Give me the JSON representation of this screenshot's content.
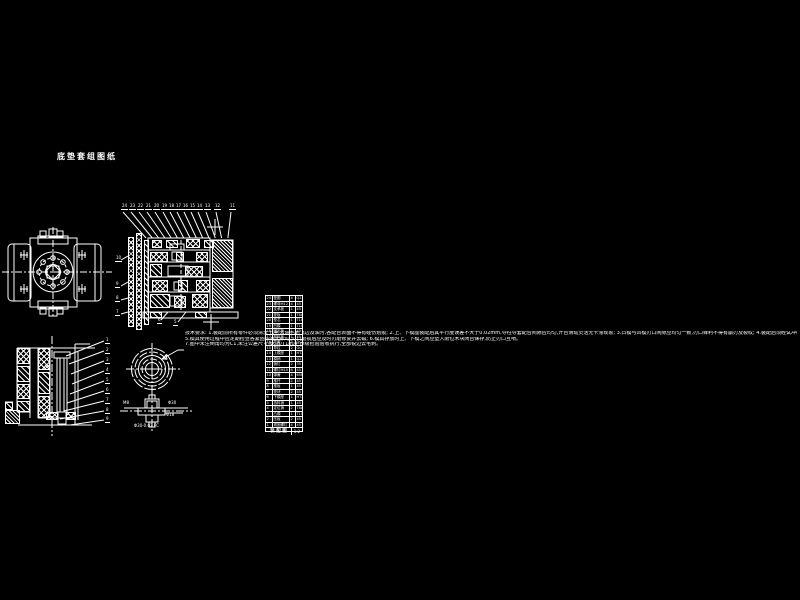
{
  "meta": {
    "background_color": "#000000",
    "line_color": "#ffffff",
    "accent_cyan": "#00e8e8"
  },
  "title": {
    "text": "底垫套组图纸"
  },
  "notes": {
    "line1": "技术要求: 1.装配前所有零件必须清洗干净,去除毛刺飞边及油污,各配合表面不得有碰伤划痕; 2.上、下模座装配后其平行度误差不大于0.02mm,导柱导套配合间隙应均匀,开合滑动灵活无卡滞现象; 3.凸模与凹模刃口间隙应均匀一致,刃口锋利不得有崩刃及裂纹; 4.装配后须经试冲检验合格,制件达到图样要求后方可交付使用,并涂油防锈入库封存保管。",
    "line2": "5.模具使用过程中应定期检查各紧固件有无松动,刃口磨损后应及时刃磨修复并去磁; 6.模具存放时上、下模之间应垫入限位木块闭合保存,防止刃口互啃。",
    "line3": "7.图中未注倒角均为C1,未注公差尺寸按GB/T1804-m级检验验收执行,全部锐边去毛刺。"
  },
  "main_section": {
    "balloons_top": [
      "24",
      "23",
      "22",
      "21",
      "20",
      "19",
      "18",
      "17",
      "16",
      "15",
      "14",
      "13",
      "12",
      "11"
    ],
    "labels_left": [
      "10",
      "9",
      "8",
      "7"
    ],
    "labels_bottom": [
      "6",
      "5"
    ]
  },
  "left_section": {
    "labels_right": [
      "1",
      "2",
      "3",
      "4",
      "5",
      "6",
      "7",
      "8",
      "9"
    ]
  },
  "small_part": {
    "dim_right_1": "Φ30",
    "dim_right_2": "Φ18",
    "dim_left": "M8",
    "dim_bottom": "Φ30-0.02 FC"
  },
  "bom_table": {
    "rows": [
      [
        "24",
        "垫圈",
        "4",
        "Q235"
      ],
      [
        "23",
        "螺母M12",
        "4",
        "45"
      ],
      [
        "22",
        "支承板",
        "1",
        "45"
      ],
      [
        "21",
        "垫板",
        "1",
        "T8A"
      ],
      [
        "20",
        "型芯",
        "1",
        "T10A"
      ],
      [
        "19",
        "凹模",
        "1",
        "T10A"
      ],
      [
        "18",
        "固定板",
        "1",
        "45"
      ],
      [
        "17",
        "卸料板",
        "1",
        "45"
      ],
      [
        "16",
        "导套",
        "2",
        "GCr15"
      ],
      [
        "15",
        "导柱",
        "2",
        "GCr15"
      ],
      [
        "14",
        "上模座",
        "1",
        "HT200"
      ],
      [
        "13",
        "模柄",
        "1",
        "Q235"
      ],
      [
        "12",
        "销钉",
        "2",
        "35"
      ],
      [
        "11",
        "螺钉M10",
        "6",
        "45"
      ],
      [
        "10",
        "弹簧",
        "4",
        "65Mn"
      ],
      [
        "9",
        "推杆",
        "2",
        "45"
      ],
      [
        "8",
        "推板",
        "1",
        "45"
      ],
      [
        "7",
        "垫块",
        "2",
        "45"
      ],
      [
        "6",
        "下模座",
        "1",
        "HT200"
      ],
      [
        "5",
        "挡料销",
        "1",
        "45"
      ],
      [
        "4",
        "定位销",
        "2",
        "T8A"
      ],
      [
        "3",
        "凸模",
        "1",
        "T10A"
      ],
      [
        "2",
        "压板",
        "2",
        "45"
      ],
      [
        "1",
        "紧固螺钉",
        "4",
        "45"
      ]
    ],
    "footer_title": "装 配 图",
    "footer_scale": "1:2"
  }
}
